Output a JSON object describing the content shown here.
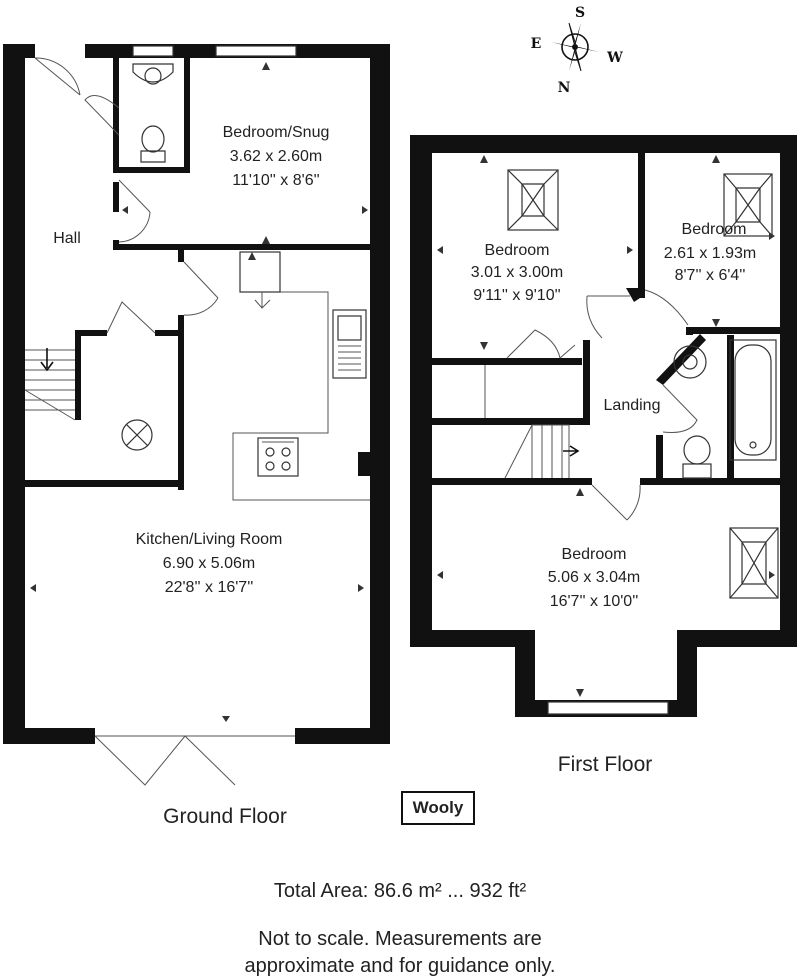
{
  "floors": {
    "ground": {
      "label": "Ground Floor",
      "rooms": {
        "bedroom_snug": {
          "name": "Bedroom/Snug",
          "metric": "3.62 x 2.60m",
          "imperial": "11'10'' x 8'6''"
        },
        "hall": {
          "name": "Hall"
        },
        "kitchen_living": {
          "name": "Kitchen/Living Room",
          "metric": "6.90 x 5.06m",
          "imperial": "22'8'' x 16'7''"
        }
      }
    },
    "first": {
      "label": "First Floor",
      "rooms": {
        "bedroom_1": {
          "name": "Bedroom",
          "metric": "3.01 x 3.00m",
          "imperial": "9'11'' x 9'10''"
        },
        "bedroom_2": {
          "name": "Bedroom",
          "metric": "2.61 x 1.93m",
          "imperial": "8'7'' x 6'4''"
        },
        "landing": {
          "name": "Landing"
        },
        "bedroom_3": {
          "name": "Bedroom",
          "metric": "5.06 x 3.04m",
          "imperial": "16'7'' x 10'0''"
        }
      }
    }
  },
  "compass": {
    "n": "N",
    "s": "S",
    "e": "E",
    "w": "W"
  },
  "brand": "Wooly",
  "total_area": "Total Area: 86.6 m² ... 932 ft²",
  "disclaimer": {
    "line1": "Not to scale. Measurements are",
    "line2": "approximate and for guidance only."
  }
}
